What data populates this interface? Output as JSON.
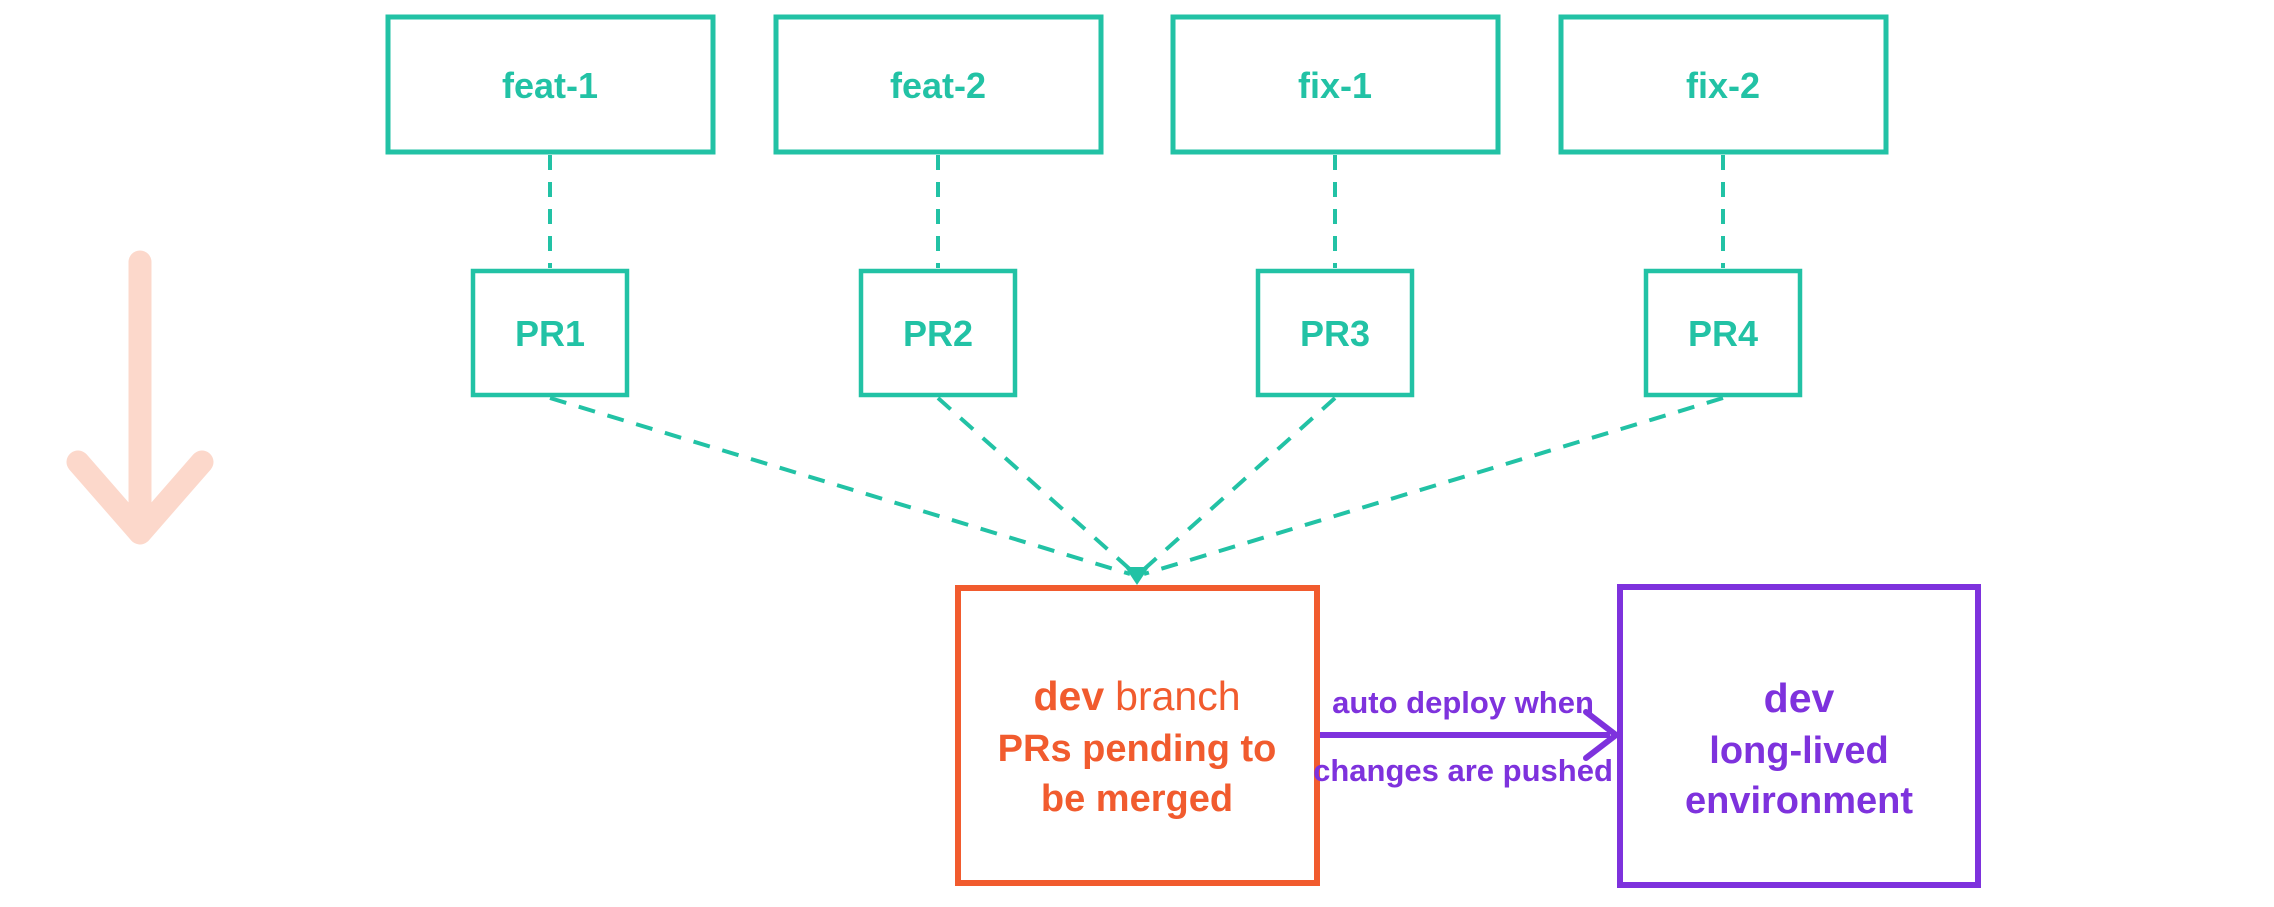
{
  "colors": {
    "teal": "#22c2a5",
    "orange": "#f15b2e",
    "purple": "#7e32dd",
    "pink": "#fcd8cb",
    "background": "#ffffff"
  },
  "branch_boxes": [
    {
      "label": "feat-1"
    },
    {
      "label": "feat-2"
    },
    {
      "label": "fix-1"
    },
    {
      "label": "fix-2"
    }
  ],
  "pr_boxes": [
    {
      "label": "PR1"
    },
    {
      "label": "PR2"
    },
    {
      "label": "PR3"
    },
    {
      "label": "PR4"
    }
  ],
  "dev_branch_box": {
    "title_emphasis": "dev",
    "title_rest": "branch",
    "subtitle_line1": "PRs pending to",
    "subtitle_line2": "be merged"
  },
  "deploy_arrow": {
    "label_line1": "auto deploy when",
    "label_line2": "changes are pushed"
  },
  "dev_environment_box": {
    "title": "dev",
    "subtitle_line1": "long-lived",
    "subtitle_line2": "environment"
  },
  "icons": {
    "down_arrow": "down-arrow-icon"
  }
}
